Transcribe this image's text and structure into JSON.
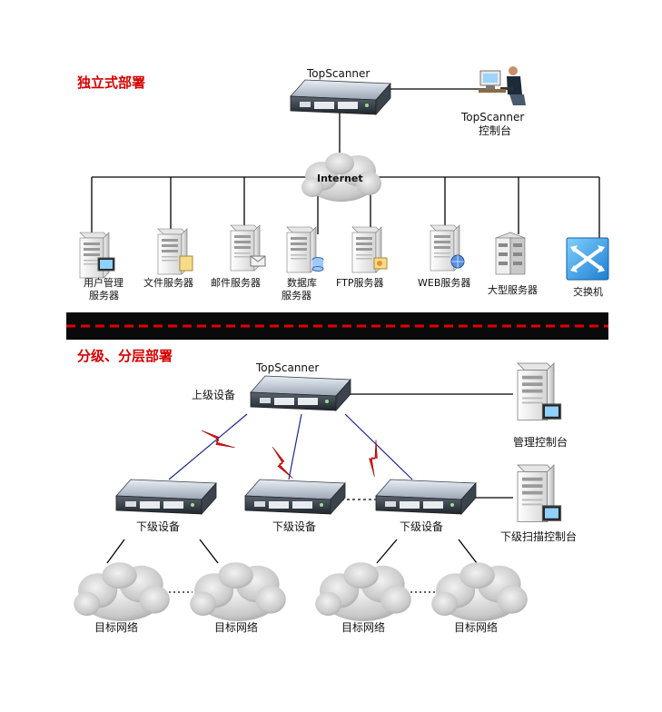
{
  "sections": {
    "standalone_title": "独立式部署",
    "hierarchical_title": "分级、分层部署"
  },
  "standalone": {
    "scanner_label": "TopScanner",
    "console_label_1": "TopScanner",
    "console_label_2": "控制台",
    "internet_label": "Internet",
    "servers": [
      {
        "line1": "用户管理",
        "line2": "服务器",
        "icon": "user-management-server-icon"
      },
      {
        "line1": "文件服务器",
        "line2": "",
        "icon": "file-server-icon"
      },
      {
        "line1": "邮件服务器",
        "line2": "",
        "icon": "mail-server-icon"
      },
      {
        "line1": "数据库",
        "line2": "服务器",
        "icon": "database-server-icon"
      },
      {
        "line1": "FTP服务器",
        "line2": "",
        "icon": "ftp-server-icon"
      },
      {
        "line1": "WEB服务器",
        "line2": "",
        "icon": "web-server-icon"
      },
      {
        "line1": "大型服务器",
        "line2": "",
        "icon": "large-server-icon"
      },
      {
        "line1": "交换机",
        "line2": "",
        "icon": "switch-icon"
      }
    ]
  },
  "hierarchical": {
    "scanner_label": "TopScanner",
    "upper_device": "上级设备",
    "lower_devices": [
      "下级设备",
      "下级设备",
      "下级设备"
    ],
    "mgmt_console": "管理控制台",
    "lower_console": "下级扫描控制台",
    "target_networks": [
      "目标网络",
      "目标网络",
      "目标网络",
      "目标网络"
    ]
  },
  "colors": {
    "title_red": "#d40000",
    "divider_black": "#0a0a0a",
    "divider_red": "#e00000",
    "lightning_red": "#e01010"
  }
}
